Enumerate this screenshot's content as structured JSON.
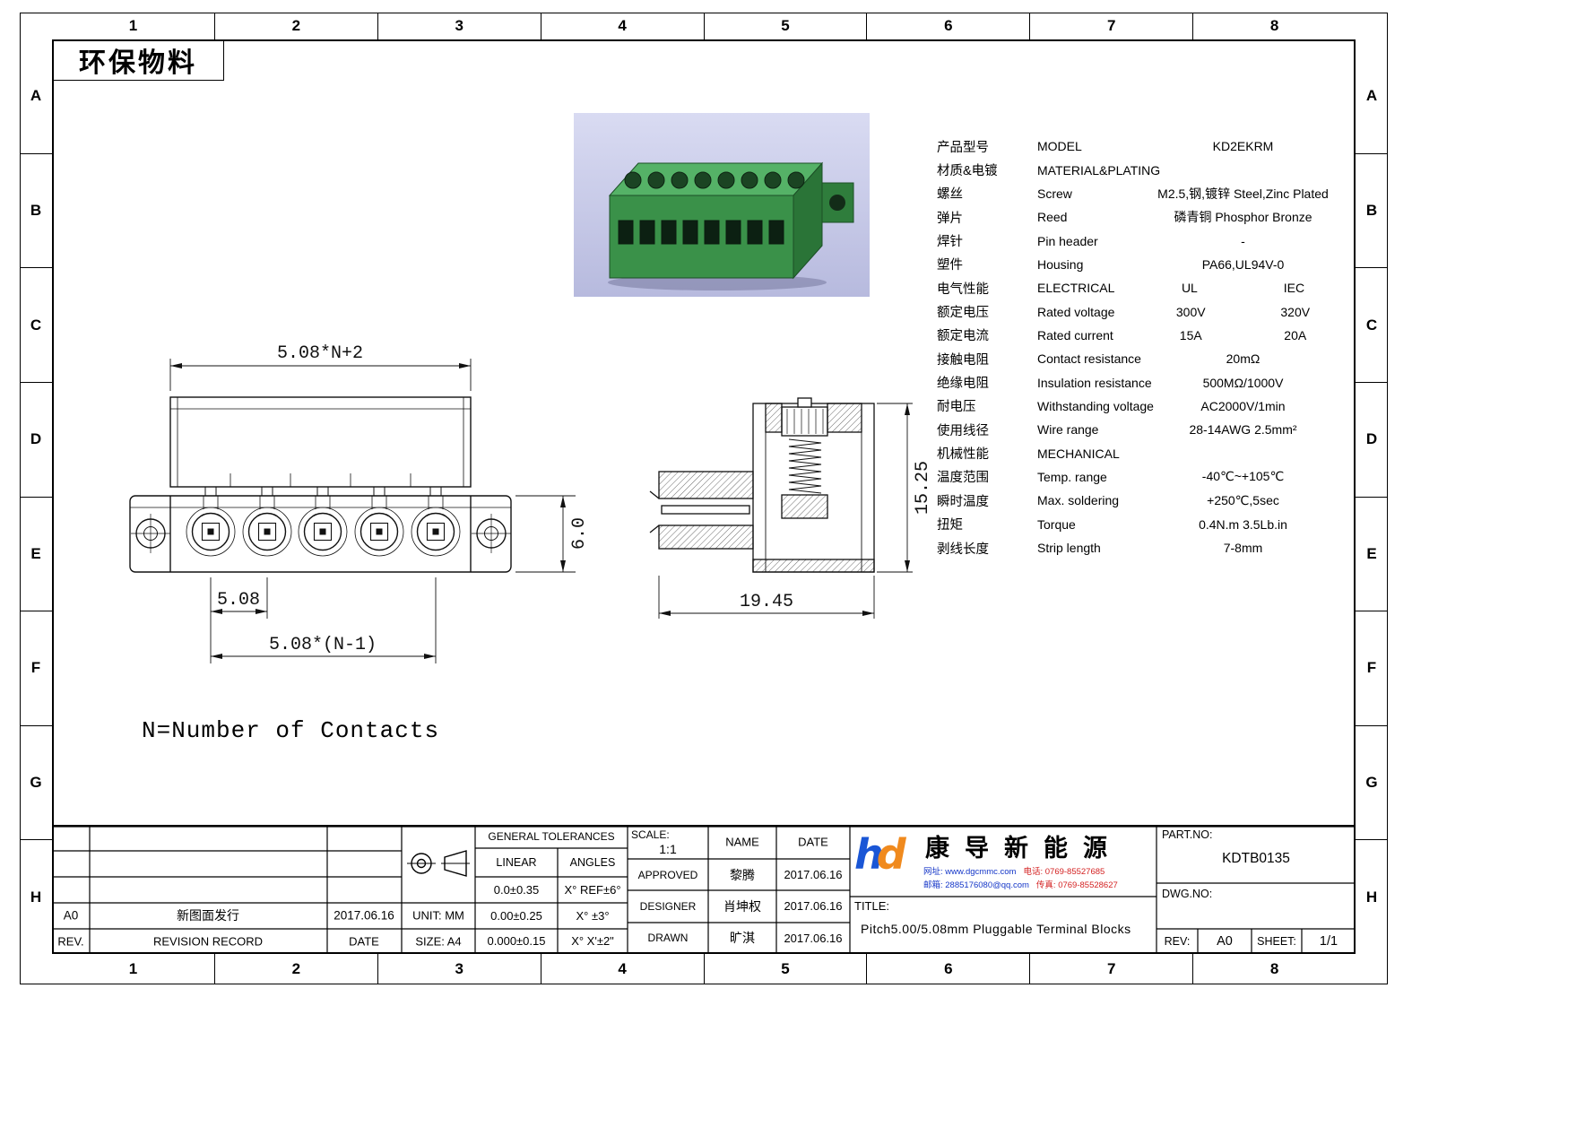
{
  "sheet": {
    "eco_label": "环保物料",
    "note": "N=Number of Contacts"
  },
  "grid": {
    "cols": [
      "1",
      "2",
      "3",
      "4",
      "5",
      "6",
      "7",
      "8"
    ],
    "rows": [
      "A",
      "B",
      "C",
      "D",
      "E",
      "F",
      "G",
      "H"
    ]
  },
  "specs": {
    "rows": [
      {
        "cn": "产品型号",
        "en": "MODEL",
        "v1": "KD2EKRM",
        "v2": ""
      },
      {
        "cn": "材质&电镀",
        "en": "MATERIAL&PLATING",
        "v1": "",
        "v2": ""
      },
      {
        "cn": "螺丝",
        "en": "Screw",
        "v1": "M2.5,钢,镀锌 Steel,Zinc Plated",
        "v2": ""
      },
      {
        "cn": "弹片",
        "en": "Reed",
        "v1": "磷青铜 Phosphor Bronze",
        "v2": ""
      },
      {
        "cn": "焊针",
        "en": "Pin header",
        "v1": "-",
        "v2": ""
      },
      {
        "cn": "塑件",
        "en": "Housing",
        "v1": "PA66,UL94V-0",
        "v2": ""
      },
      {
        "cn": "电气性能",
        "en": "ELECTRICAL",
        "v1": "UL",
        "v2": "IEC"
      },
      {
        "cn": "额定电压",
        "en": "Rated voltage",
        "v1": "300V",
        "v2": "320V"
      },
      {
        "cn": "额定电流",
        "en": "Rated current",
        "v1": "15A",
        "v2": "20A"
      },
      {
        "cn": "接触电阻",
        "en": "Contact resistance",
        "v1": "20mΩ",
        "v2": ""
      },
      {
        "cn": "绝缘电阻",
        "en": "Insulation resistance",
        "v1": "500MΩ/1000V",
        "v2": ""
      },
      {
        "cn": "耐电压",
        "en": "Withstanding voltage",
        "v1": "AC2000V/1min",
        "v2": ""
      },
      {
        "cn": "使用线径",
        "en": "Wire range",
        "v1": "28-14AWG 2.5mm²",
        "v2": ""
      },
      {
        "cn": "机械性能",
        "en": "MECHANICAL",
        "v1": "",
        "v2": ""
      },
      {
        "cn": "温度范围",
        "en": "Temp. range",
        "v1": "-40℃~+105℃",
        "v2": ""
      },
      {
        "cn": "瞬时温度",
        "en": "Max. soldering",
        "v1": "+250℃,5sec",
        "v2": ""
      },
      {
        "cn": "扭矩",
        "en": "Torque",
        "v1": "0.4N.m 3.5Lb.in",
        "v2": ""
      },
      {
        "cn": "剥线长度",
        "en": "Strip length",
        "v1": "7-8mm",
        "v2": ""
      }
    ]
  },
  "dims": {
    "front_width": "5.08*N+2",
    "pitch": "5.08",
    "span": "5.08*(N-1)",
    "front_height": "6.0",
    "side_height": "15.25",
    "side_depth": "19.45"
  },
  "titleblock": {
    "revision": {
      "rev": "A0",
      "record": "新图面发行",
      "date": "2017.06.16",
      "rev_h": "REV.",
      "record_h": "REVISION RECORD",
      "date_h": "DATE"
    },
    "tolerances": {
      "title": "GENERAL TOLERANCES",
      "linear_h": "LINEAR",
      "angles_h": "ANGLES",
      "rows": [
        [
          "0.0±0.35",
          "X° REF±6°"
        ],
        [
          "0.00±0.25",
          "X° ±3°"
        ],
        [
          "0.000±0.15",
          "X° X'±2\""
        ]
      ]
    },
    "unit": "UNIT: MM",
    "size": "SIZE: A4",
    "scale_label": "SCALE:",
    "scale_value": "1:1",
    "name_h": "NAME",
    "date_h": "DATE",
    "sign_rows": [
      {
        "role": "APPROVED",
        "name": "黎腾",
        "date": "2017.06.16"
      },
      {
        "role": "DESIGNER",
        "name": "肖坤权",
        "date": "2017.06.16"
      },
      {
        "role": "DRAWN",
        "name": "旷淇",
        "date": "2017.06.16"
      }
    ],
    "title_label": "TITLE:",
    "title_value": "Pitch5.00/5.08mm Pluggable Terminal Blocks",
    "company_name": "康导新能源",
    "logo_text_1": "h",
    "logo_text_2": "d",
    "contact": {
      "line1_blue": "网址: www.dgcmmc.com",
      "line1_red": "电话: 0769-85527685",
      "line2_blue": "邮箱: 2885176080@qq.com",
      "line2_red": "传真: 0769-85528627"
    },
    "part_no_label": "PART.NO:",
    "part_no": "KDTB0135",
    "dwg_no_label": "DWG.NO:",
    "rev_label": "REV:",
    "rev_value": "A0",
    "sheet_label": "SHEET:",
    "sheet_value": "1/1"
  }
}
